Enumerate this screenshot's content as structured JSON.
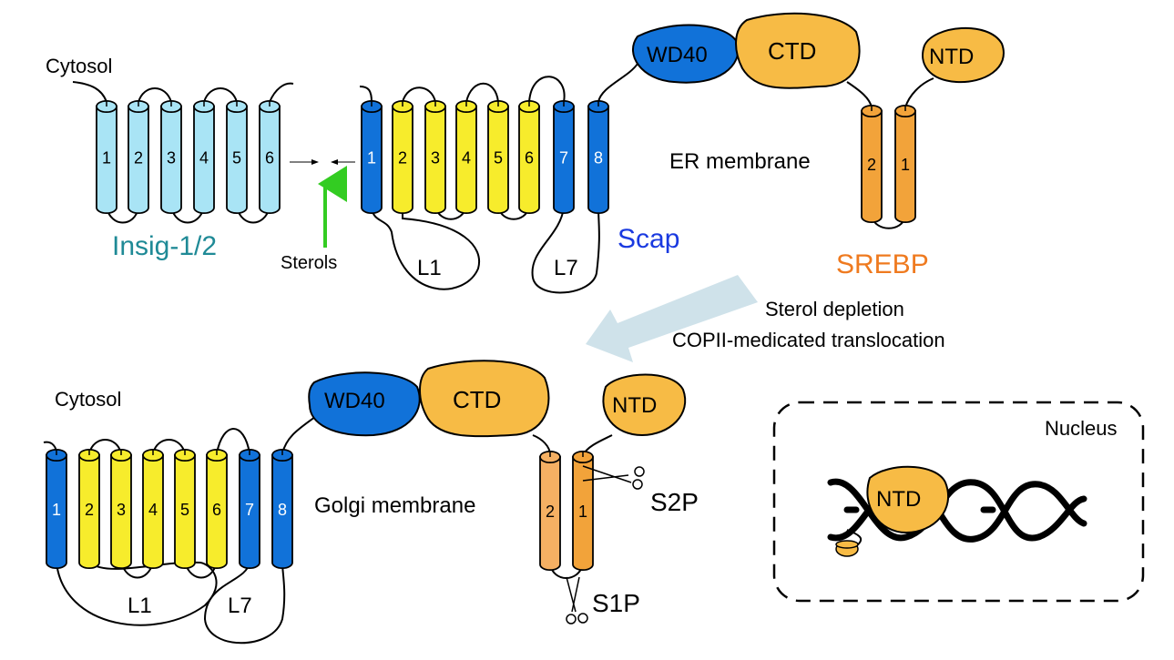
{
  "top": {
    "cytosol_label": "Cytosol",
    "membrane_label": "ER membrane",
    "insig": {
      "label": "Insig-1/2",
      "helices": [
        "1",
        "2",
        "3",
        "4",
        "5",
        "6"
      ]
    },
    "sterols_label": "Sterols",
    "scap": {
      "label": "Scap",
      "helices": [
        "1",
        "2",
        "3",
        "4",
        "5",
        "6",
        "7",
        "8"
      ],
      "loop1": "L1",
      "loop7": "L7",
      "wd40": "WD40",
      "ctd": "CTD"
    },
    "srebp": {
      "label": "SREBP",
      "helices": [
        "2",
        "1"
      ],
      "ntd": "NTD"
    }
  },
  "transition": {
    "line1": "Sterol depletion",
    "line2": "COPII-medicated translocation"
  },
  "bottom": {
    "cytosol_label": "Cytosol",
    "membrane_label": "Golgi membrane",
    "scap": {
      "helices": [
        "1",
        "2",
        "3",
        "4",
        "5",
        "6",
        "7",
        "8"
      ],
      "loop1": "L1",
      "loop7": "L7",
      "wd40": "WD40",
      "ctd": "CTD"
    },
    "srebp": {
      "helices": [
        "2",
        "1"
      ],
      "ntd": "NTD",
      "s2p": "S2P",
      "s1p": "S1P"
    },
    "nucleus": {
      "label": "Nucleus",
      "ntd": "NTD"
    }
  },
  "colors": {
    "insig": "#a9e4f5",
    "scap_blue": "#1172d9",
    "scap_yellow": "#f7ec2c",
    "srebp_orange": "#f2a33a",
    "domain_orange": "#f7bb45",
    "insig_text": "#1f8a96",
    "scap_text": "#1a3ae0",
    "srebp_text": "#ef7a1f",
    "sterol_arrow": "#33cc22",
    "big_arrow": "#cfe2ea"
  }
}
